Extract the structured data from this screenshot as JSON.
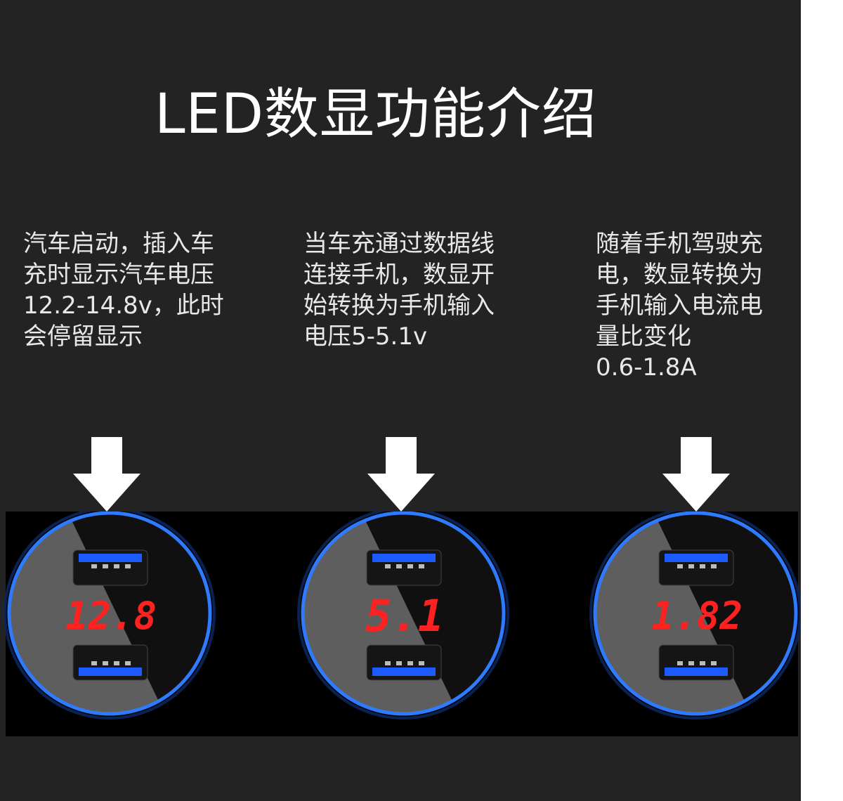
{
  "title": "LED数显功能介绍",
  "features": [
    {
      "lines": [
        "汽车启动，插入车",
        "充时显示汽车电压",
        "12.2-14.8v，此时",
        "会停留显示"
      ],
      "display_value": "12.8"
    },
    {
      "lines": [
        "当车充通过数据线",
        "连接手机，数显开",
        "始转换为手机输入",
        "电压5-5.1v"
      ],
      "display_value": "5.1"
    },
    {
      "lines": [
        "随着手机驾驶充",
        "电，数显转换为",
        "手机输入电流电",
        "量比变化",
        "0.6-1.8A"
      ],
      "display_value": "1.82"
    }
  ],
  "colors": {
    "background": "#232323",
    "ring": "#2f7bff",
    "display_red": "#ff2020",
    "usb_blue": "#1e5bff"
  },
  "icons": [
    "down-arrow-icon",
    "usb-port-icon"
  ]
}
